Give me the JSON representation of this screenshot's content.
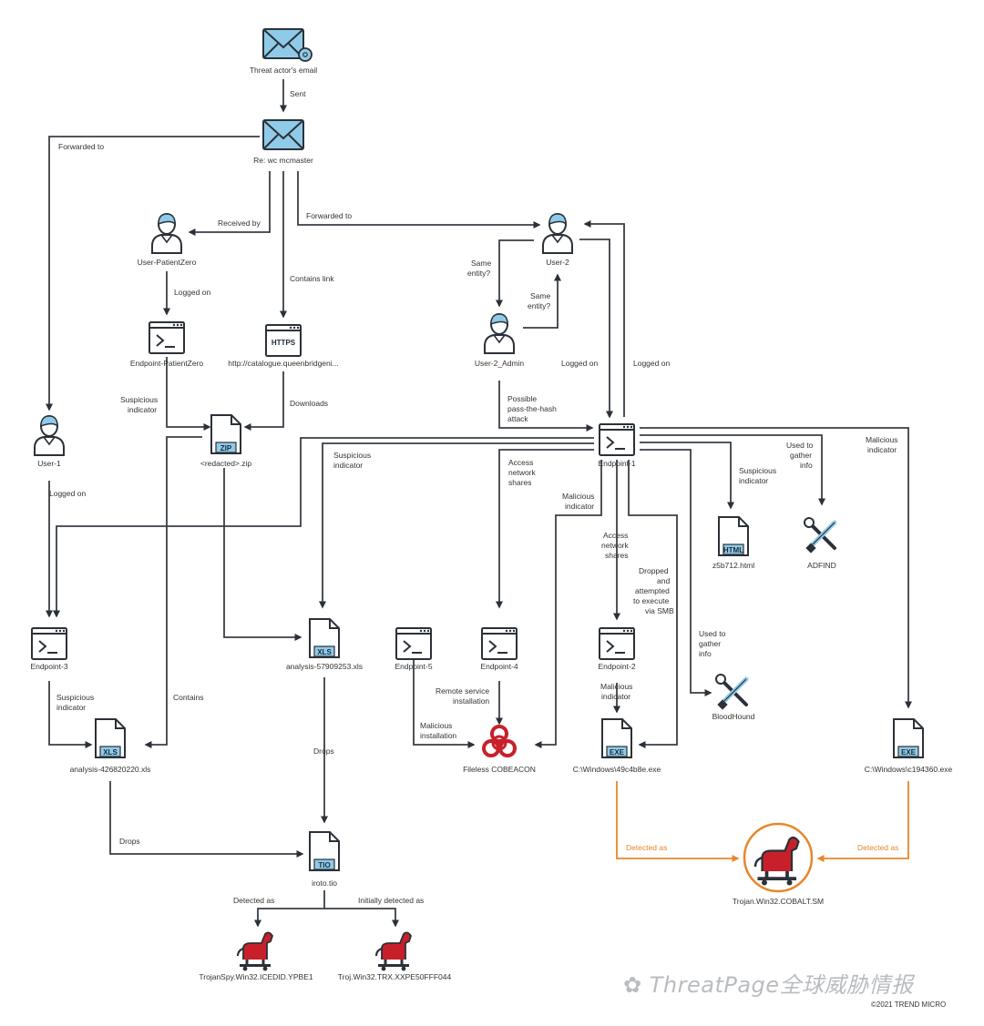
{
  "nodes": {
    "threat_email": "Threat actor's email",
    "re_email": "Re: wc mcmaster",
    "user_patientzero": "User-PatientZero",
    "endpoint_patientzero": "Endpoint-PatientZero",
    "https_link": "http://catalogue.queenbridgeni...",
    "https_tag": "HTTPS",
    "zip_file": "<redacted>.zip",
    "zip_tag": "ZIP",
    "user1": "User-1",
    "user2": "User-2",
    "user2_admin": "User-2_Admin",
    "endpoint1": "Endpoint-1",
    "endpoint2": "Endpoint-2",
    "endpoint3": "Endpoint-3",
    "endpoint4": "Endpoint-4",
    "endpoint5": "Endpoint-5",
    "xls_57909253": "analysis-57909253.xls",
    "xls_426820220": "analysis-426820220.xls",
    "xls_tag": "XLS",
    "html_file": "z5b712.html",
    "html_tag": "HTML",
    "adfind": "ADFIND",
    "bloodhound": "BloodHound",
    "cobeacon": "Fileless COBEACON",
    "exe_49c4b8e": "C:\\Windows\\49c4b8e.exe",
    "exe_c194360": "C:\\Windows\\c194360.exe",
    "exe_tag": "EXE",
    "tio_file": "iroto.tio",
    "tio_tag": "TIO",
    "trojan_cobalt": "Trojan.Win32.COBALT.SM",
    "trojan_icedid": "TrojanSpy.Win32.ICEDID.YPBE1",
    "trojan_trx": "Troj.Win32.TRX.XXPE50FFF044"
  },
  "edges": {
    "sent": "Sent",
    "forwarded_to_1": "Forwarded to",
    "forwarded_to_2": "Forwarded to",
    "received_by": "Received by",
    "contains_link": "Contains link",
    "logged_on_pz": "Logged on",
    "logged_on_u1": "Logged on",
    "logged_on_a": "Logged on",
    "logged_on_b": "Logged on",
    "suspicious_pz": "Suspicious indicator",
    "downloads": "Downloads",
    "same_entity_1": "Same entity?",
    "same_entity_2": "Same entity?",
    "pass_the_hash": "Possible pass-the-hash attack",
    "suspicious_e1_xls": "Suspicious indicator",
    "access_shares_1": "Access network shares",
    "malicious_ind_cob": "Malicious indicator",
    "access_shares_2": "Access network shares",
    "dropped_smb": "Dropped and attempted to execute via SMB",
    "suspicious_html": "Suspicious indicator",
    "used_gather_adfind": "Used to gather info",
    "malicious_ind_c194": "Malicious indicator",
    "used_gather_bh": "Used to gather info",
    "suspicious_e3": "Suspicious indicator",
    "contains": "Contains",
    "drops_1": "Drops",
    "drops_2": "Drops",
    "remote_service": "Remote service installation",
    "malicious_install": "Malicious installation",
    "malicious_ind_e2": "Malicious indicator",
    "detected_as_1": "Detected as",
    "detected_as_2": "Detected as",
    "detected_as_3": "Detected as",
    "initially_detected": "Initially detected as"
  },
  "watermark": "ThreatPage全球威胁情报",
  "copyright": "©2021 TREND MICRO",
  "colors": {
    "accent_blue": "#8fcbe8",
    "dark_stroke": "#2b3138",
    "orange": "#e8862a",
    "trojan_red": "#c8202a"
  }
}
